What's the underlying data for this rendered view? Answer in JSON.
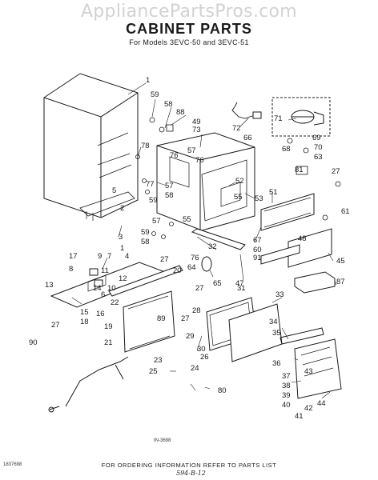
{
  "watermark": "AppliancePartsPros.com",
  "title": "CABINET PARTS",
  "subtitle": "For Models 3EVC-50 and 3EVC-51",
  "footer": "FOR ORDERING INFORMATION REFER TO PARTS LIST",
  "drawing_code": "IN-3698",
  "page_code": "1837698",
  "handwritten": "594-B-12",
  "part_labels": {
    "p1": "1",
    "p59a": "59",
    "p58a": "58",
    "p88": "88",
    "p49": "49",
    "p72": "72",
    "p73": "73",
    "p71": "71",
    "p66": "66",
    "p78": "78",
    "p76a": "76",
    "p57a": "57",
    "p76b": "76",
    "p68": "68",
    "p69": "69",
    "p70": "70",
    "p63": "63",
    "p77": "77",
    "p57b": "57",
    "p58b": "58",
    "p5": "5",
    "p59b": "59",
    "p52": "52",
    "p55a": "55",
    "p53": "53",
    "p81": "81",
    "p27a": "27",
    "p51": "51",
    "p2": "2",
    "p3": "3",
    "p55b": "55",
    "p57c": "57",
    "p59c": "59",
    "p58c": "58",
    "p61": "61",
    "p1b": "1",
    "p32": "32",
    "p67": "67",
    "p60": "60",
    "p91": "91",
    "p48": "48",
    "p17": "17",
    "p9": "9",
    "p7": "7",
    "p4": "4",
    "p27b": "27",
    "p76c": "76",
    "p64": "64",
    "p8": "8",
    "p11": "11",
    "p12": "12",
    "p20": "20",
    "p45": "45",
    "p10": "10",
    "p27c": "27",
    "p65": "65",
    "p47": "47",
    "p87": "87",
    "p13": "13",
    "p14": "14",
    "p6": "6",
    "p31": "31",
    "p33": "33",
    "p22": "22",
    "p15": "15",
    "p16": "16",
    "p18": "18",
    "p19": "19",
    "p27d": "27",
    "p89": "89",
    "p28": "28",
    "p27e": "27",
    "p29": "29",
    "p30": "30",
    "p34": "34",
    "p21": "21",
    "p35": "35",
    "p90": "90",
    "p26": "26",
    "p23": "23",
    "p24": "24",
    "p25": "25",
    "p36": "36",
    "p43": "43",
    "p37": "37",
    "p80": "80",
    "p38": "38",
    "p39": "39",
    "p44": "44",
    "p40": "40",
    "p42": "42",
    "p41": "41"
  }
}
